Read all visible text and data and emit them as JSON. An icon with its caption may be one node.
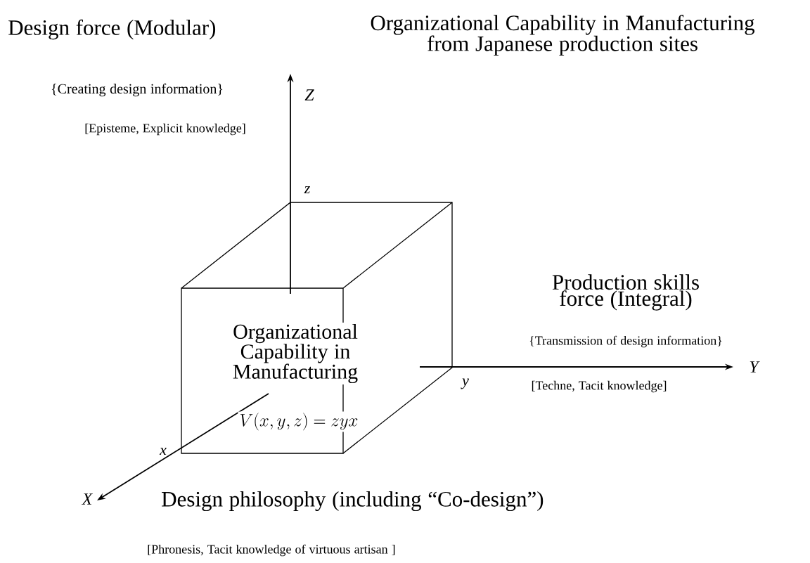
{
  "diagram": {
    "title": "Organizational Capability in Manufacturing from Japanese production sites",
    "nodes": [
      {
        "text": [
          "Organizational Capability in Manufacturing",
          "V(x, y, z) = zyx"
        ]
      }
    ],
    "labels": [
      "Design force (Modular)",
      "{Creating design information}",
      "Z",
      "[Episteme, Explicit knowledge]",
      "z",
      "Production skills force (Integral)",
      "{Transmission of design information}",
      "Y",
      "y",
      "[Techne, Tacit knowledge]",
      "x",
      "X",
      "Design philosophy (including “Co-design”)",
      "[Phronesis, Tacit knowledge of virtuous artisan ]"
    ]
  }
}
